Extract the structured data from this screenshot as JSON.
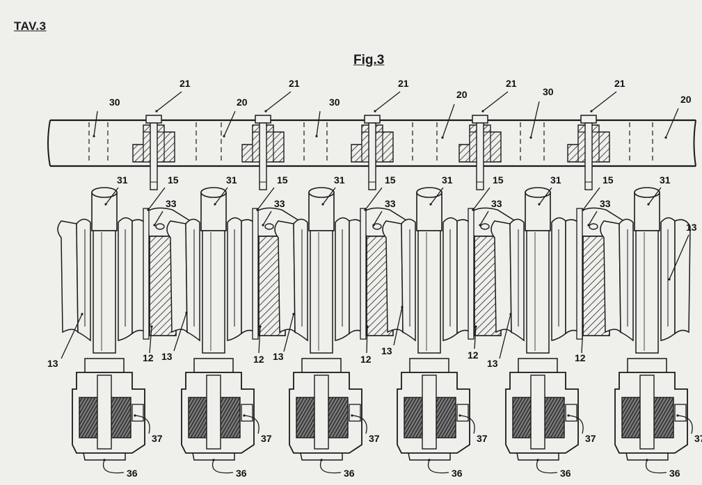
{
  "sheet_label": "TAV.3",
  "figure_title": "Fig.3",
  "labels": {
    "bolt": "21",
    "frame_bay": "30",
    "frame_section": "20",
    "shaft": "31",
    "plate": "15",
    "hole": "33",
    "blade": "13",
    "block": "12",
    "terminal": "37",
    "motor": "36"
  },
  "unit_count": 6,
  "bolt_count": 5
}
